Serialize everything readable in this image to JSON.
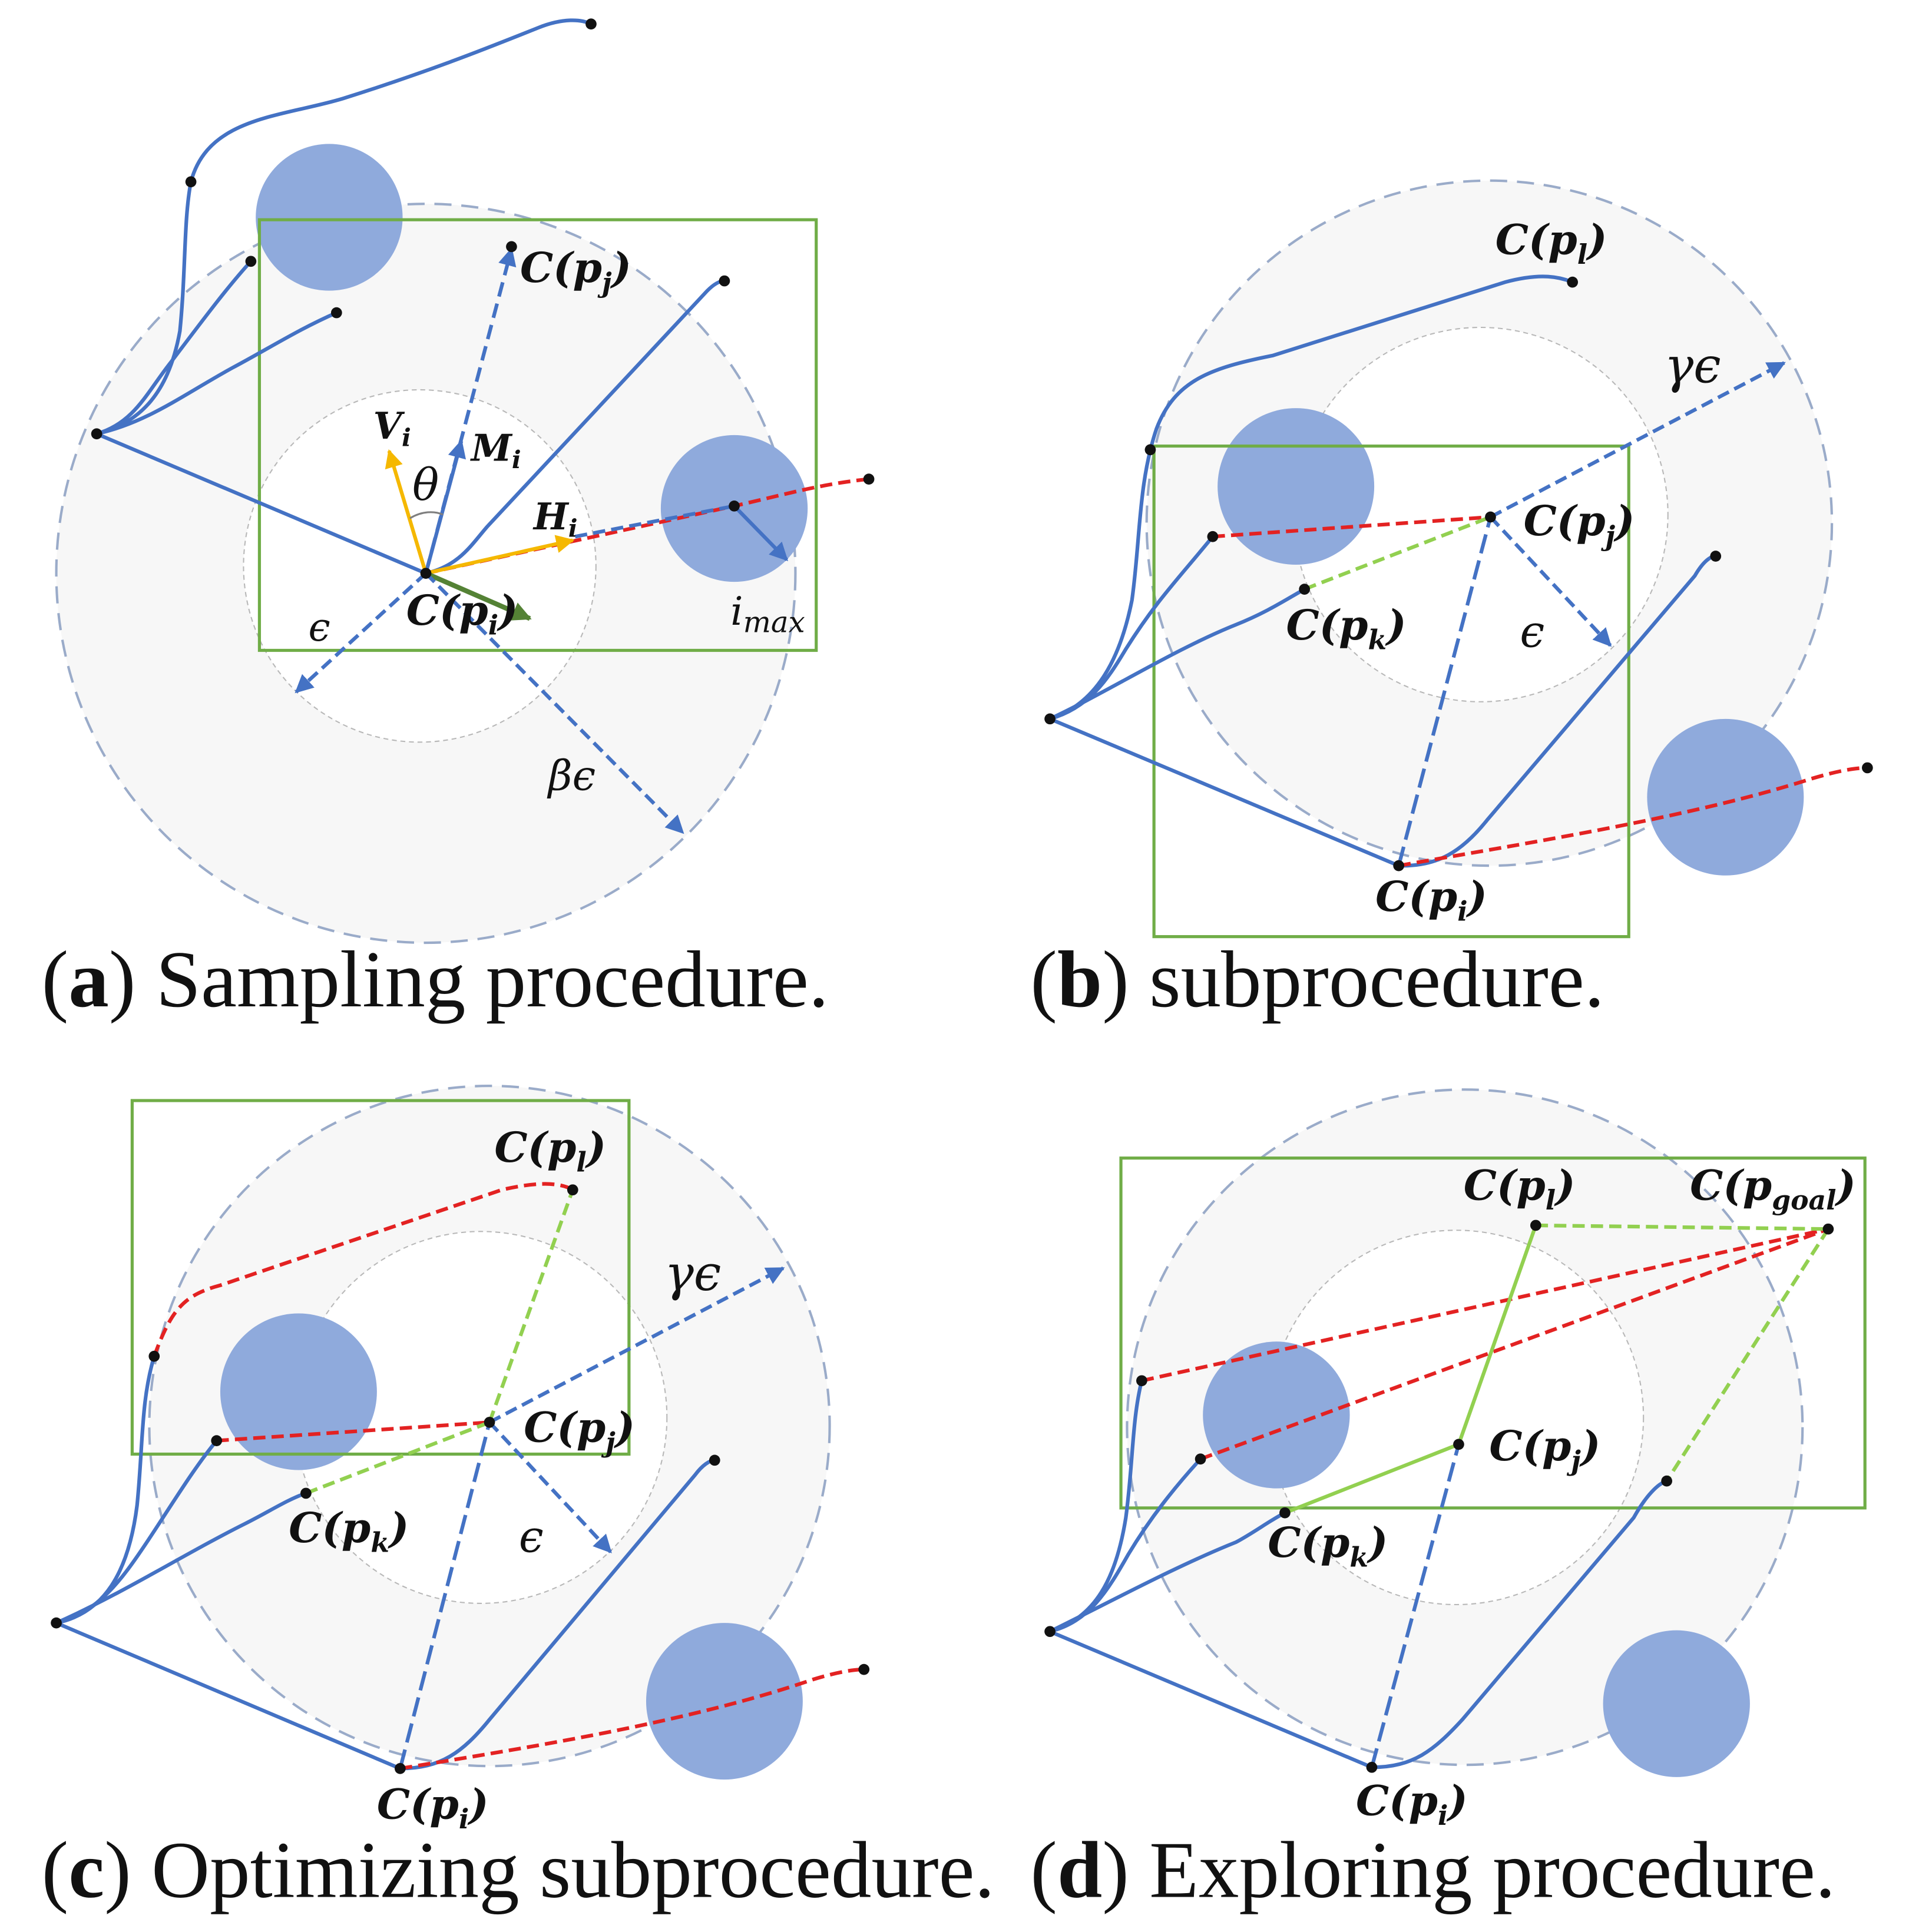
{
  "colors": {
    "path_blue": "#4472c4",
    "obstacle": "#8faadc",
    "ring_fill": "#f7f7f7",
    "ring_outline": "#9aabc9",
    "inner_ring": "#b8b8b8",
    "box": "#70ad47",
    "red_path": "#e32222",
    "green_dash": "#92d050",
    "arrow_yellow": "#f5b800",
    "arrow_green": "#548235"
  },
  "icons": [
    "node-dot",
    "obstacle-circle"
  ],
  "panels": {
    "a": {
      "caption_letter": "a",
      "caption_text": " Sampling procedure.",
      "labels": {
        "c_pj_main": "C(p",
        "c_pj_sub": "j",
        "c_pi_main": "C(p",
        "c_pi_sub": "i",
        "v_main": "V",
        "v_sub": "i",
        "m_main": "M",
        "m_sub": "i",
        "h_main": "H",
        "h_sub": "i",
        "theta": "θ",
        "epsilon": "ϵ",
        "beta_epsilon": "βϵ",
        "imax_main": "i",
        "imax_sub": "max"
      }
    },
    "b": {
      "caption_letter": "b",
      "caption_text": " subprocedure.",
      "labels": {
        "c_pl_main": "C(p",
        "c_pl_sub": "l",
        "c_pj_main": "C(p",
        "c_pj_sub": "j",
        "c_pk_main": "C(p",
        "c_pk_sub": "k",
        "c_pi_main": "C(p",
        "c_pi_sub": "i",
        "gamma_epsilon": "γϵ",
        "epsilon": "ϵ"
      }
    },
    "c": {
      "caption_letter": "c",
      "caption_text": " Optimizing subprocedure.",
      "labels": {
        "c_pl_main": "C(p",
        "c_pl_sub": "l",
        "c_pj_main": "C(p",
        "c_pj_sub": "j",
        "c_pk_main": "C(p",
        "c_pk_sub": "k",
        "c_pi_main": "C(p",
        "c_pi_sub": "i",
        "gamma_epsilon": "γϵ",
        "epsilon": "ϵ"
      }
    },
    "d": {
      "caption_letter": "d",
      "caption_text": " Exploring procedure.",
      "labels": {
        "c_pl_main": "C(p",
        "c_pl_sub": "l",
        "c_pgoal_main": "C(p",
        "c_pgoal_sub": "goal",
        "c_pj_main": "C(p",
        "c_pj_sub": "j",
        "c_pk_main": "C(p",
        "c_pk_sub": "k",
        "c_pi_main": "C(p",
        "c_pi_sub": "i"
      }
    }
  }
}
